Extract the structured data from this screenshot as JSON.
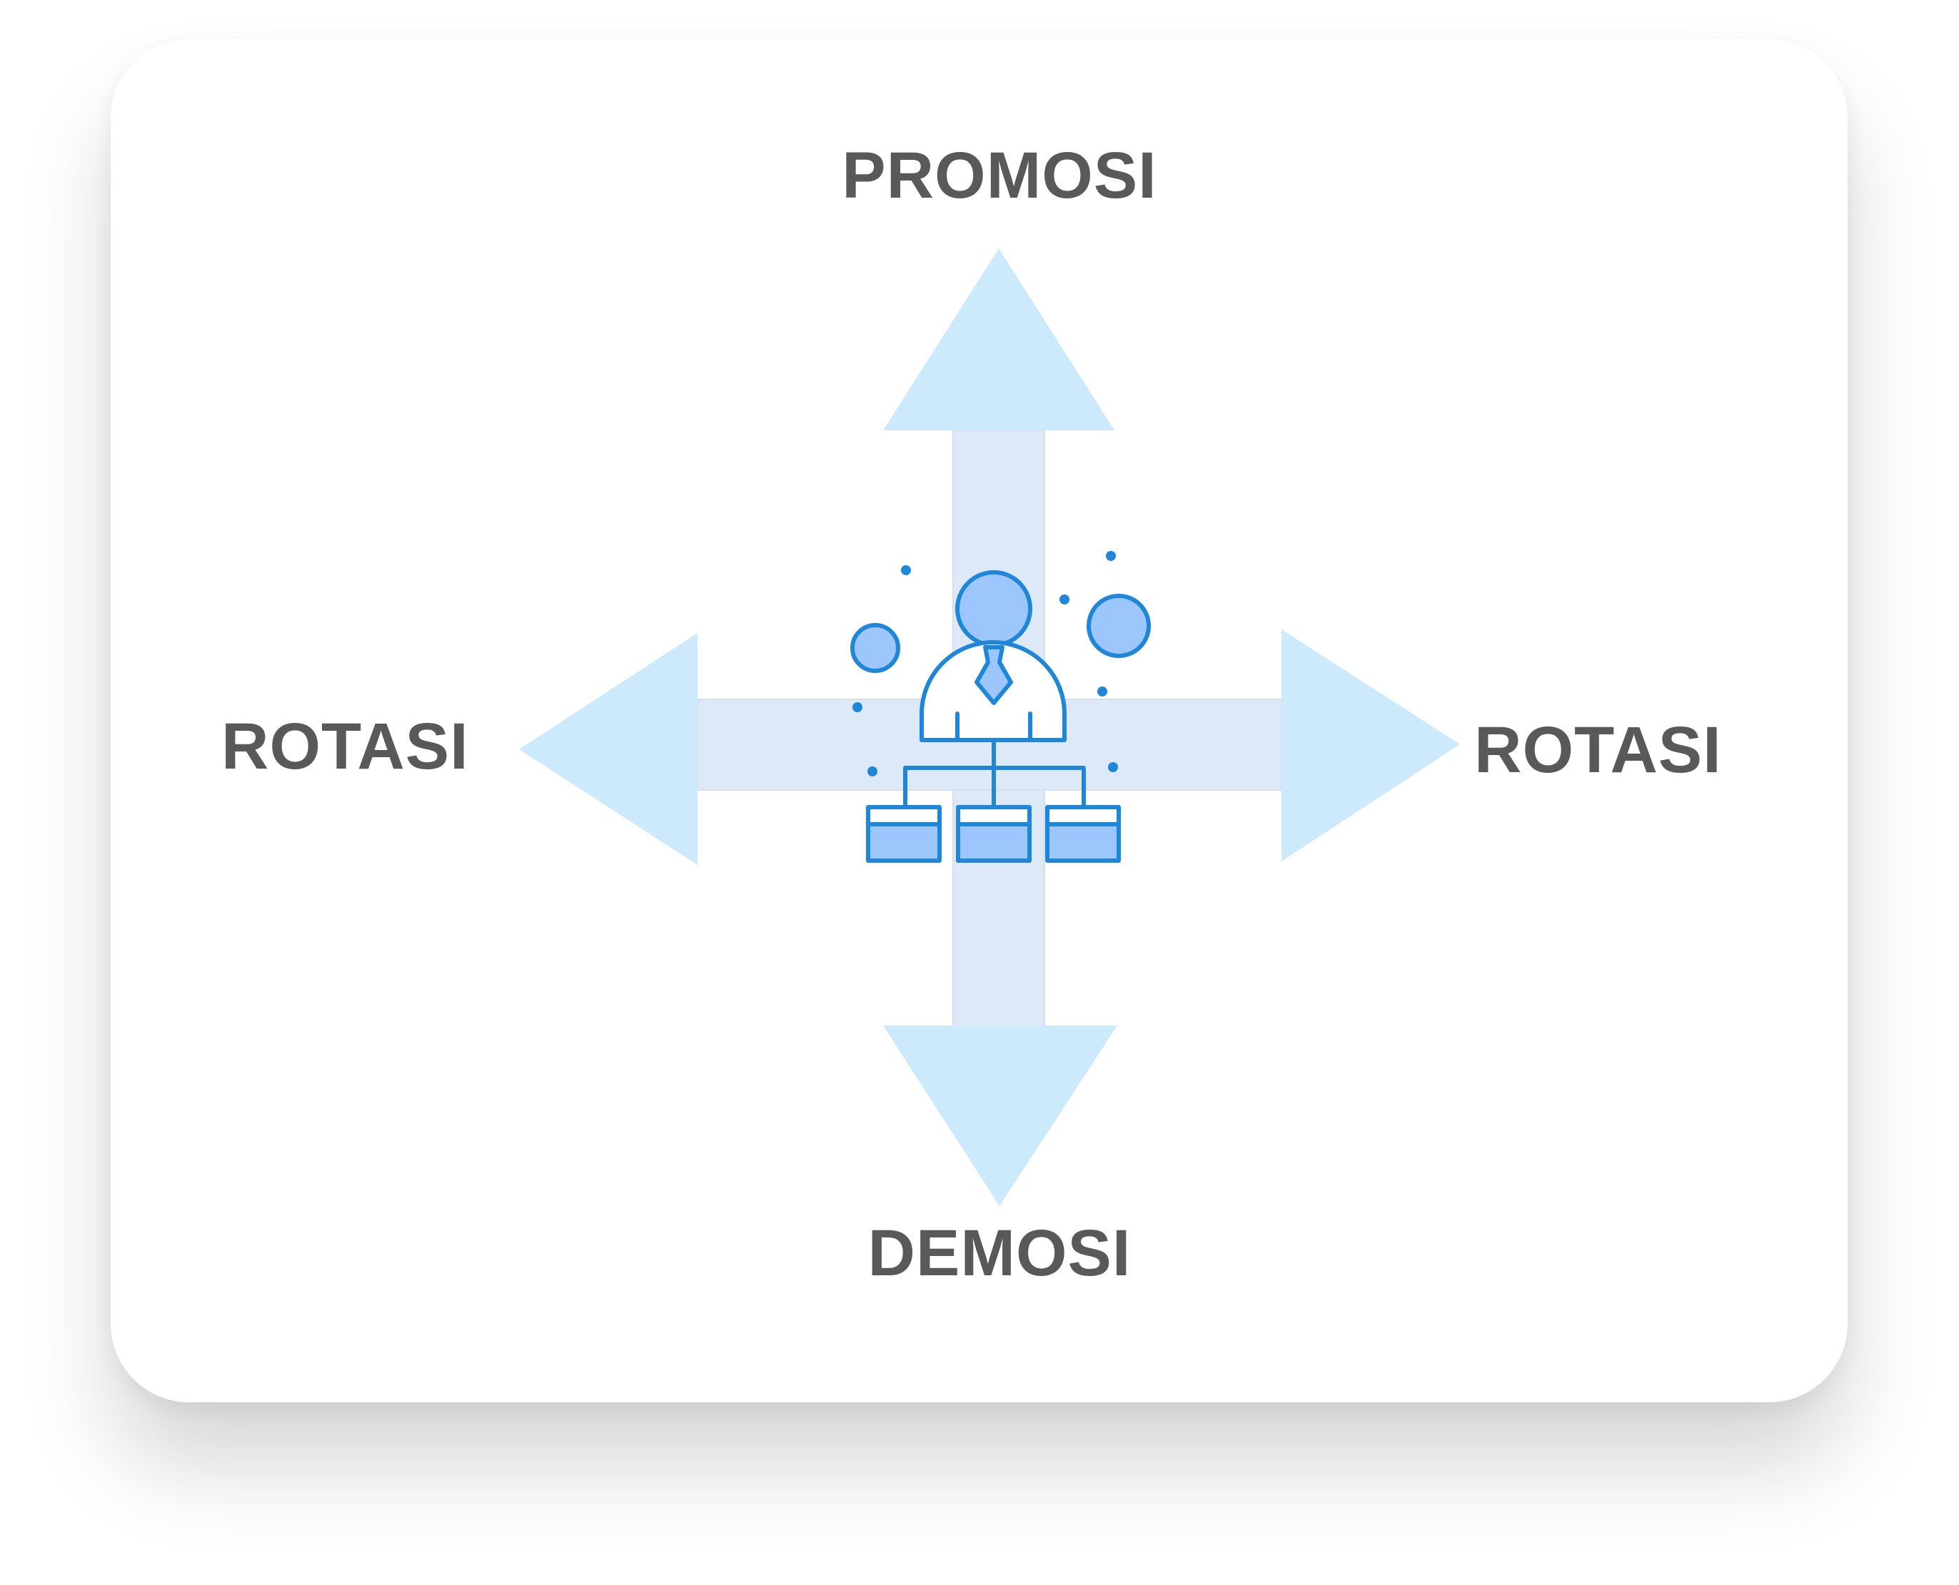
{
  "diagram": {
    "labels": {
      "top": "PROMOSI",
      "bottom": "DEMOSI",
      "left": "ROTASI",
      "right": "ROTASI"
    },
    "center_icon": "organization-chart-person-icon"
  },
  "colors": {
    "arrow_head": "#cdeafd",
    "arrow_shaft": "#dde9f6",
    "icon_stroke": "#1f86d8",
    "icon_fill": "#9dc7fc",
    "label_text": "#595959"
  }
}
